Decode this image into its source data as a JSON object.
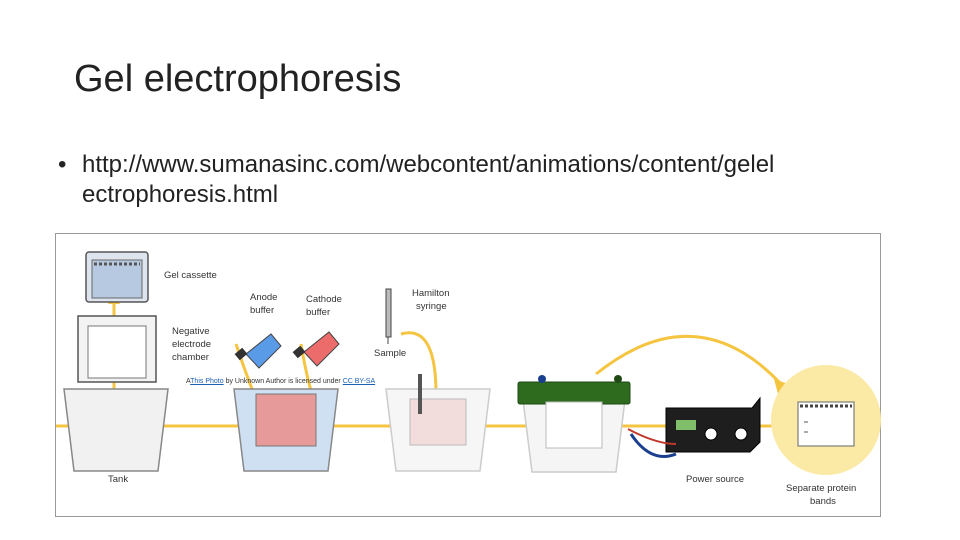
{
  "slide": {
    "title": "Gel electrophoresis",
    "bullet": "http://www.sumanasinc.com/webcontent/animations/content/gelel ectrophoresis.html"
  },
  "figure": {
    "labels": {
      "gel_cassette": "Gel cassette",
      "negative_electrode_1": "Negative",
      "negative_electrode_2": "electrode",
      "negative_electrode_3": "chamber",
      "anode_1": "Anode",
      "anode_2": "buffer",
      "cathode_1": "Cathode",
      "cathode_2": "buffer",
      "hamilton_1": "Hamilton",
      "hamilton_2": "syringe",
      "sample": "Sample",
      "tank": "Tank",
      "power_source": "Power source",
      "separate_1": "Separate protein",
      "separate_2": "bands"
    },
    "attribution": {
      "prefix": "A",
      "link1": "This Photo",
      "middle": " by Unknown Author is licensed under ",
      "link2": "CC BY-SA"
    }
  },
  "colors": {
    "flow_arrow": "#f5c542",
    "anode_buffer": "#5a9be8",
    "cathode_buffer": "#ec6b6b",
    "lid": "#2e6b1f",
    "power_box": "#1e1e1e",
    "bands_circle": "#fbe9a6"
  }
}
